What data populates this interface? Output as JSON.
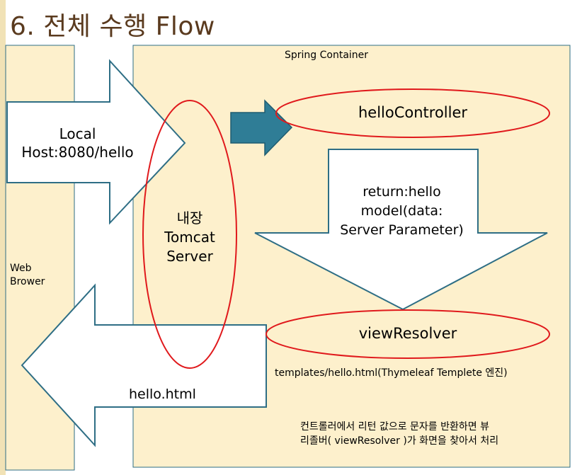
{
  "title": "6. 전체 수행 Flow",
  "browser": {
    "label": "Web Brower"
  },
  "container": {
    "label": "Spring Container"
  },
  "request": {
    "line1": "Local",
    "line2": "Host:8080/hello"
  },
  "tomcat": {
    "line1": "내장",
    "line2": "Tomcat",
    "line3": "Server"
  },
  "controller": {
    "label": "helloController"
  },
  "return_arrow": {
    "line1": "return:hello",
    "line2": "model(data:",
    "line3": "Server Parameter)"
  },
  "view_resolver": {
    "label": "viewResolver"
  },
  "template": {
    "label": "templates/hello.html(Thymeleaf Templete 엔진)"
  },
  "response": {
    "label": "hello.html"
  },
  "note": {
    "line1": "컨트롤러에서 리턴 값으로 문자를 반환하면 뷰",
    "line2": "리졸버( viewResolver )가 화면을 찾아서 처리"
  },
  "colors": {
    "panel_fill": "#fdf0cc",
    "outline": "#2e6e85",
    "accent_arrow": "#2f7d96",
    "ellipse_stroke": "#e0191c",
    "background": "#ffffff",
    "side_stripe": "#f1e2b6"
  }
}
